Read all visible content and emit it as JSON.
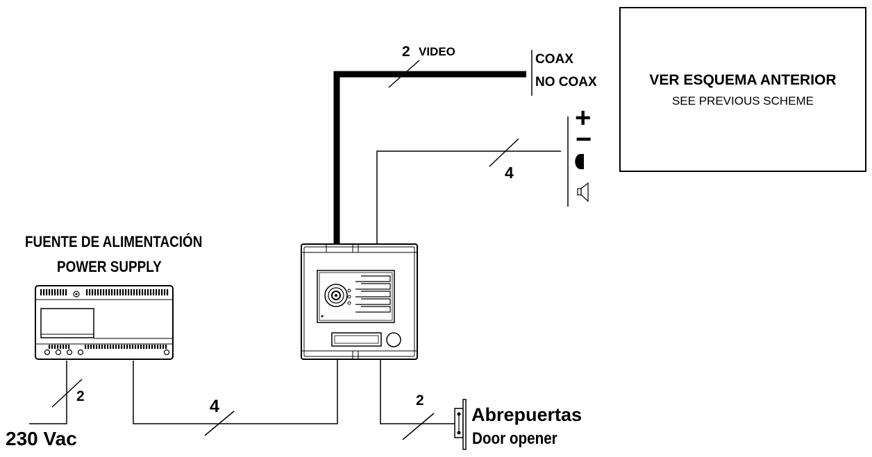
{
  "diagram": {
    "scheme_box": {
      "title": "VER ESQUEMA ANTERIOR",
      "subtitle": "SEE PREVIOUS SCHEME"
    },
    "video_line": {
      "count": "2",
      "label": "VIDEO",
      "options": [
        "COAX",
        "NO COAX"
      ]
    },
    "monitor_line": {
      "count": "4",
      "symbols": [
        "+",
        "−"
      ]
    },
    "power_supply": {
      "label_es": "FUENTE DE ALIMENTACIÓN",
      "label_en": "POWER SUPPLY"
    },
    "mains": {
      "count": "2",
      "label": "230 Vac"
    },
    "psu_to_panel": {
      "count": "4"
    },
    "door_opener": {
      "count": "2",
      "label_es": "Abrepuertas",
      "label_en": "Door opener"
    }
  }
}
